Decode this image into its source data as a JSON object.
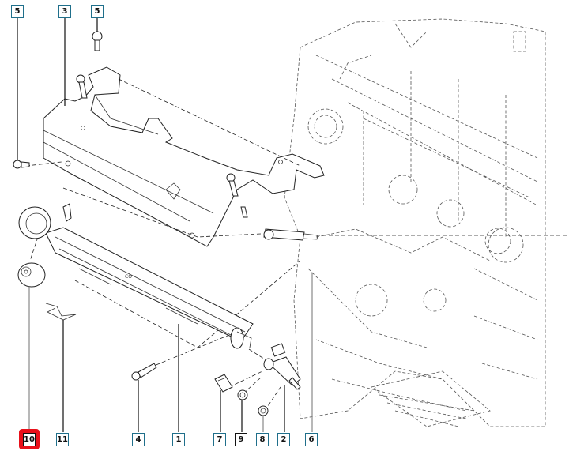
{
  "diagram": {
    "title": "Fuel rail and injector exploded view",
    "highlight_color": "#e8101a",
    "callout_border_color": "#1f6f8b",
    "callouts": [
      {
        "id": "5",
        "position": "top-left"
      },
      {
        "id": "3",
        "position": "top"
      },
      {
        "id": "5",
        "position": "top"
      },
      {
        "id": "10",
        "position": "bottom",
        "highlighted": true
      },
      {
        "id": "11",
        "position": "bottom"
      },
      {
        "id": "4",
        "position": "bottom"
      },
      {
        "id": "1",
        "position": "bottom"
      },
      {
        "id": "7",
        "position": "bottom"
      },
      {
        "id": "9",
        "position": "bottom"
      },
      {
        "id": "8",
        "position": "bottom"
      },
      {
        "id": "2",
        "position": "bottom"
      },
      {
        "id": "6",
        "position": "bottom"
      }
    ],
    "parts": {
      "1": "fuel-rail",
      "2": "injector",
      "3": "injector-cover",
      "4": "rail-bolt",
      "5": "cover-bolt",
      "6": "stud",
      "7": "injector-clip",
      "8": "seal-ring-lower",
      "9": "seal-ring-upper",
      "10": "rail-cap",
      "11": "retaining-clip"
    }
  }
}
